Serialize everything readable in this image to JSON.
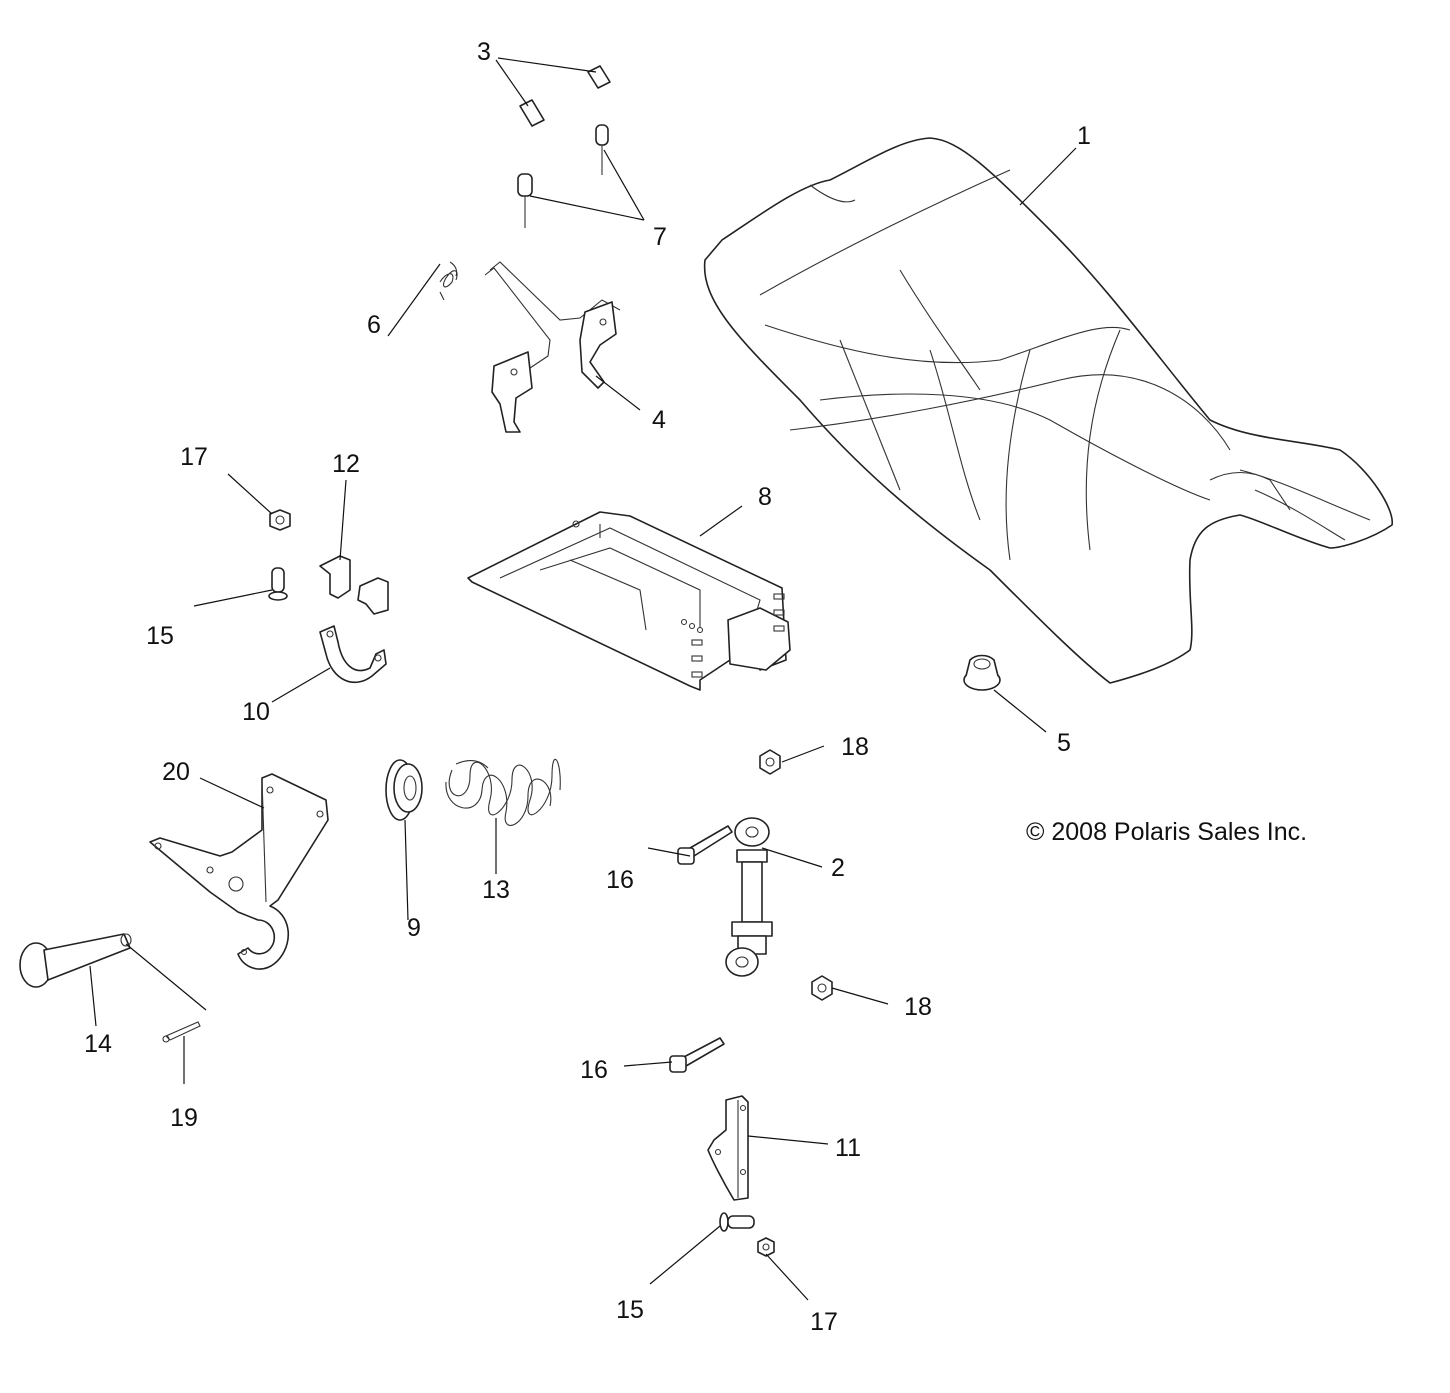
{
  "copyright": "© 2008 Polaris Sales Inc.",
  "callouts": [
    "1",
    "2",
    "3",
    "4",
    "5",
    "6",
    "7",
    "8",
    "9",
    "10",
    "11",
    "12",
    "13",
    "14",
    "15",
    "15",
    "16",
    "16",
    "17",
    "17",
    "18",
    "18",
    "19",
    "20"
  ]
}
